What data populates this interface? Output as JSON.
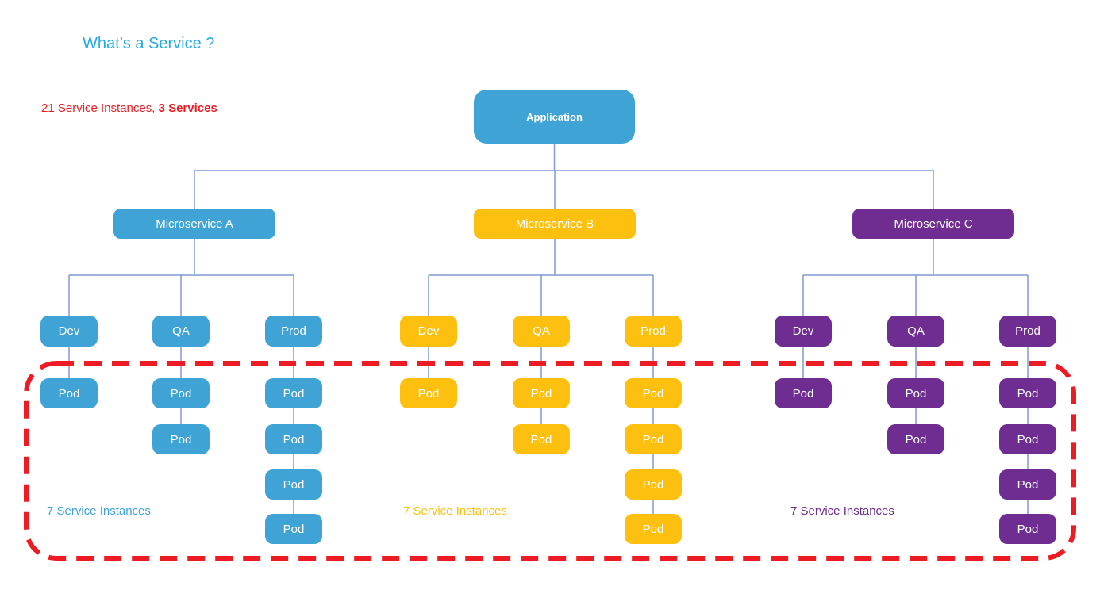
{
  "title": "What’s a Service ?",
  "subtitle": {
    "regular": "21 Service Instances, ",
    "bold": "3 Services"
  },
  "root": {
    "label": "Application"
  },
  "pod_label": "Pod",
  "groups": [
    {
      "label": "Microservice A",
      "color": "blue",
      "instances_label": "7 Service Instances",
      "envs": [
        {
          "label": "Dev",
          "pods": 1
        },
        {
          "label": "QA",
          "pods": 2
        },
        {
          "label": "Prod",
          "pods": 4
        }
      ]
    },
    {
      "label": "Microservice B",
      "color": "yellow",
      "instances_label": "7 Service Instances",
      "envs": [
        {
          "label": "Dev",
          "pods": 1
        },
        {
          "label": "QA",
          "pods": 2
        },
        {
          "label": "Prod",
          "pods": 4
        }
      ]
    },
    {
      "label": "Microservice C",
      "color": "purple",
      "instances_label": "7 Service Instances",
      "envs": [
        {
          "label": "Dev",
          "pods": 1
        },
        {
          "label": "QA",
          "pods": 2
        },
        {
          "label": "Prod",
          "pods": 4
        }
      ]
    }
  ],
  "colors": {
    "blue": "#3fa3d6",
    "yellow": "#fdc00f",
    "purple": "#6f2c91",
    "title": "#29abe2",
    "red": "#ed1c24",
    "connector": "#7f9bd1",
    "box_text": "#ffffff",
    "background": "#ffffff"
  }
}
